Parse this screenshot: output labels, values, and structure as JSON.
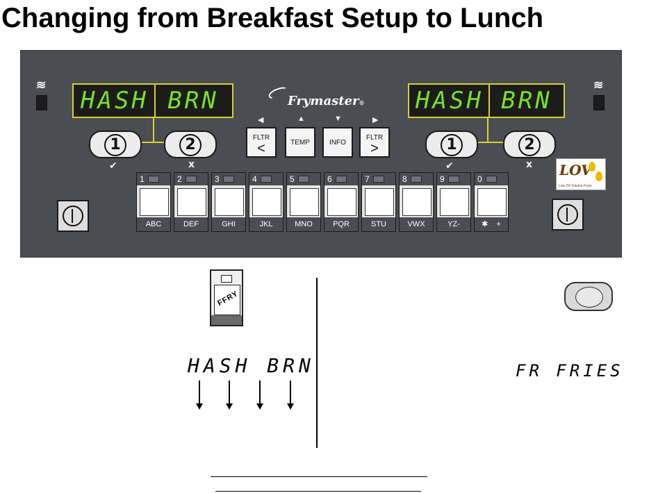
{
  "title": "Changing from Breakfast Setup to Lunch",
  "panel": {
    "brand": "Frymaster",
    "brand_mark": "®",
    "left_display": {
      "seg1": "HASH",
      "seg2": "BRN"
    },
    "right_display": {
      "seg1": "HASH",
      "seg2": "BRN"
    },
    "heat_icon": "≋",
    "pill1_label": "1",
    "pill2_label": "2",
    "check_mark": "✔",
    "x_mark": "x",
    "func_buttons": [
      {
        "l1": "FLTR",
        "l2": "<",
        "arrow": "◀"
      },
      {
        "l1": "TEMP",
        "l2": "",
        "arrow": "▲"
      },
      {
        "l1": "INFO",
        "l2": "",
        "arrow": "▼"
      },
      {
        "l1": "FLTR",
        "l2": ">",
        "arrow": "▶"
      }
    ],
    "keys": [
      {
        "num": "1",
        "label": "ABC"
      },
      {
        "num": "2",
        "label": "DEF"
      },
      {
        "num": "3",
        "label": "GHI"
      },
      {
        "num": "4",
        "label": "JKL"
      },
      {
        "num": "5",
        "label": "MNO"
      },
      {
        "num": "6",
        "label": "PQR"
      },
      {
        "num": "7",
        "label": "STU"
      },
      {
        "num": "8",
        "label": "VWX"
      },
      {
        "num": "9",
        "label": "YZ-"
      },
      {
        "num": "0",
        "label": "✱    +"
      }
    ],
    "lov_logo": {
      "text": "LOV",
      "subtitle": "Low Oil Volume Fryer"
    }
  },
  "lower": {
    "key_label": "FFRY",
    "left_display": "HASH BRN",
    "right_display": "FR FRIES"
  },
  "colors": {
    "panel": "#4a4d52",
    "display_text": "#7ae12a",
    "display_border": "#d9d12a"
  }
}
